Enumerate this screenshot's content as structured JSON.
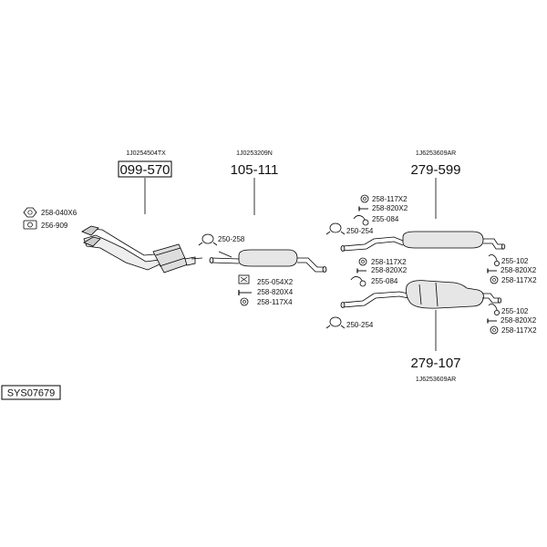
{
  "diagram_id": "SYS07679",
  "assemblies": [
    {
      "oem": "1J0254504TX",
      "part": "099-570",
      "boxed": true
    },
    {
      "oem": "1J0253209N",
      "part": "105-111",
      "boxed": false
    },
    {
      "oem": "1J6253609AR",
      "part": "279-599",
      "boxed": false
    },
    {
      "oem": "1J6253609AR",
      "part": "279-107",
      "boxed": false
    }
  ],
  "fittings": {
    "a1_nut": "258-040X6",
    "a1_gasket": "256-909",
    "a2_clamp": "250-258",
    "a2_bracket": "255-054X2",
    "a2_bolt": "258-820X4",
    "a2_ring": "258-117X4",
    "a3_ring_top": "258-117X2",
    "a3_bolt_top": "258-820X2",
    "a3_hanger_top": "255-084",
    "a3_clamp": "250-254",
    "a3_ring_mid": "258-117X2",
    "a3_bolt_mid": "258-820X2",
    "a3_hanger_mid": "255-084",
    "a3_r_hanger": "255-102",
    "a3_r_bolt": "258-820X2",
    "a3_r_ring": "258-117X2",
    "a4_clamp": "250-254",
    "a4_r_hanger": "255-102",
    "a4_r_bolt": "258-820X2",
    "a4_r_ring": "258-117X2"
  }
}
